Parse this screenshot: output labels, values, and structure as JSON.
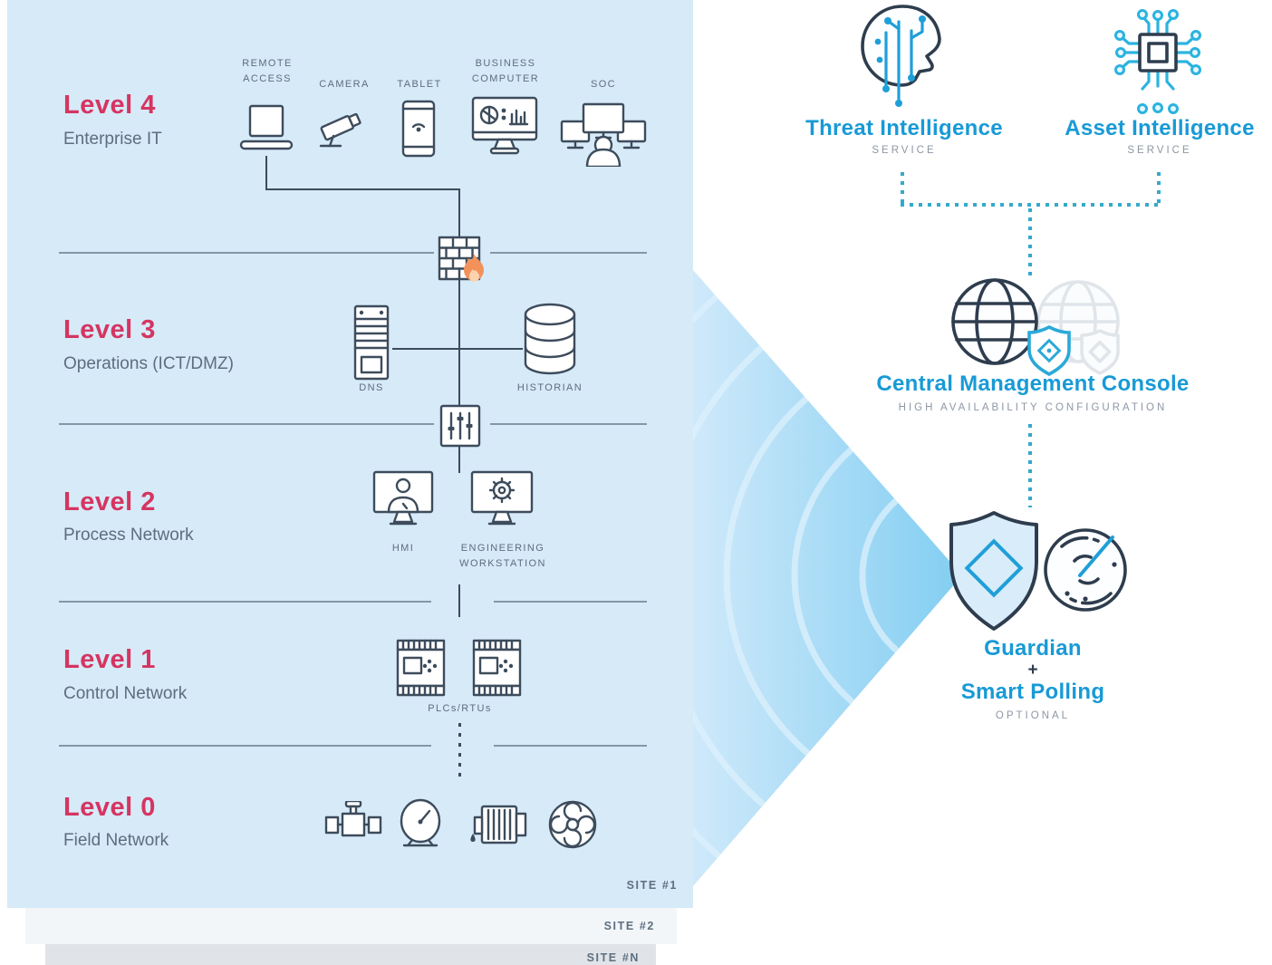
{
  "site_stack": {
    "site1": "SITE #1",
    "site2": "SITE #2",
    "siteN": "SITE #N"
  },
  "levels": [
    {
      "title": "Level 4",
      "subtitle": "Enterprise IT",
      "devices": [
        {
          "label": "REMOTE ACCESS"
        },
        {
          "label": "CAMERA"
        },
        {
          "label": "TABLET"
        },
        {
          "label": "BUSINESS COMPUTER"
        },
        {
          "label": "SOC"
        }
      ]
    },
    {
      "title": "Level 3",
      "subtitle": "Operations (ICT/DMZ)",
      "devices": [
        {
          "label": "DNS"
        },
        {
          "label": "HISTORIAN"
        }
      ]
    },
    {
      "title": "Level 2",
      "subtitle": "Process Network",
      "devices": [
        {
          "label": "HMI"
        },
        {
          "label": "ENGINEERING WORKSTATION"
        }
      ]
    },
    {
      "title": "Level 1",
      "subtitle": "Control Network",
      "devices": [
        {
          "label": "PLCs/RTUs"
        }
      ]
    },
    {
      "title": "Level 0",
      "subtitle": "Field Network",
      "devices": []
    }
  ],
  "services": {
    "threat": {
      "title": "Threat Intelligence",
      "subtitle": "SERVICE"
    },
    "asset": {
      "title": "Asset Intelligence",
      "subtitle": "SERVICE"
    },
    "cmc": {
      "title": "Central Management Console",
      "subtitle": "HIGH AVAILABILITY CONFIGURATION"
    },
    "guardian": {
      "title": "Guardian",
      "plus": "+",
      "title2": "Smart Polling",
      "subtitle": "OPTIONAL"
    }
  },
  "colors": {
    "panel_blue": "#d7eaf8",
    "level_title_pink": "#d53561",
    "label_gray": "#5c6e7f",
    "service_blue": "#189ad6",
    "muted_caps_gray": "#8d97a3",
    "icon_navy": "#3d4c5c",
    "flame_orange": "#f2925a",
    "dotted_teal": "#35a9cc"
  }
}
